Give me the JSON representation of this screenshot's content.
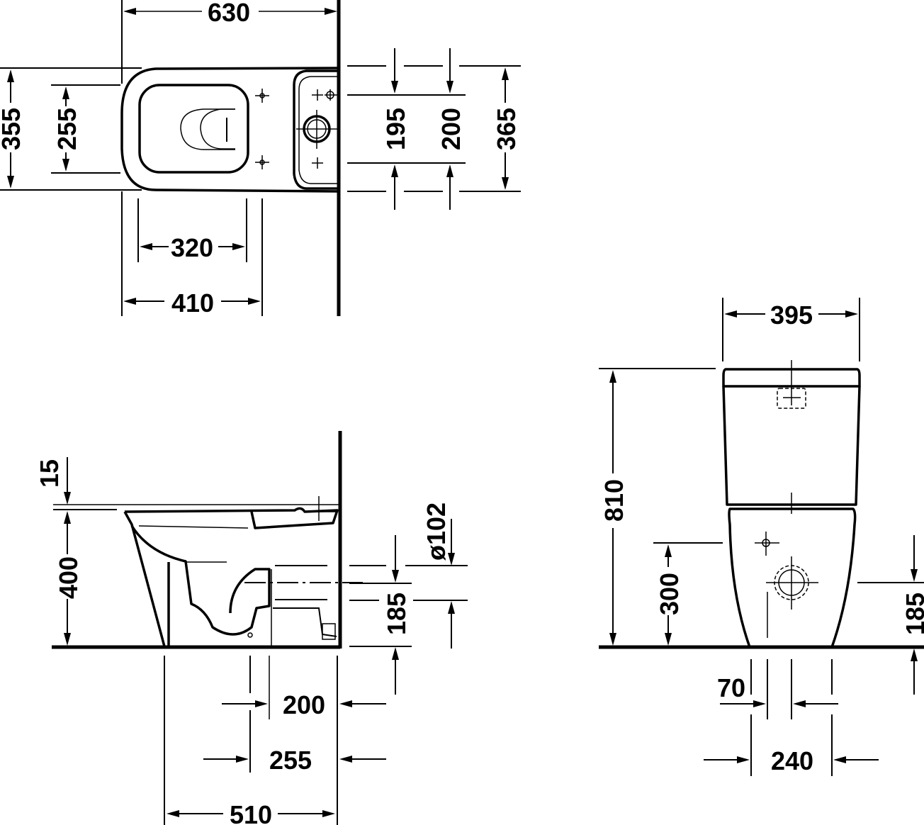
{
  "drawing": {
    "type": "technical dimension drawing",
    "subject": "close-coupled floor-standing toilet",
    "units": "mm",
    "line_color": "#000000",
    "background_color": "#ffffff"
  },
  "views": {
    "top_view": {
      "dimensions": {
        "overall_depth": "630",
        "bowl_width": "355",
        "seat_fixing_spacing": "255",
        "depth_320": "320",
        "depth_410": "410",
        "tank_fix_195": "195",
        "tank_fix_200": "200",
        "tank_width": "365"
      }
    },
    "side_view": {
      "dimensions": {
        "rim_offset": "15",
        "rim_height": "400",
        "outlet_diameter": "ø102",
        "outlet_height": "185",
        "outlet_wall_200": "200",
        "outlet_wall_255": "255",
        "overall_depth": "510"
      }
    },
    "front_view": {
      "dimensions": {
        "tank_width": "395",
        "overall_height": "810",
        "inlet_height": "300",
        "outlet_height": "185",
        "offset_70": "70",
        "outlet_span_240": "240"
      }
    }
  }
}
